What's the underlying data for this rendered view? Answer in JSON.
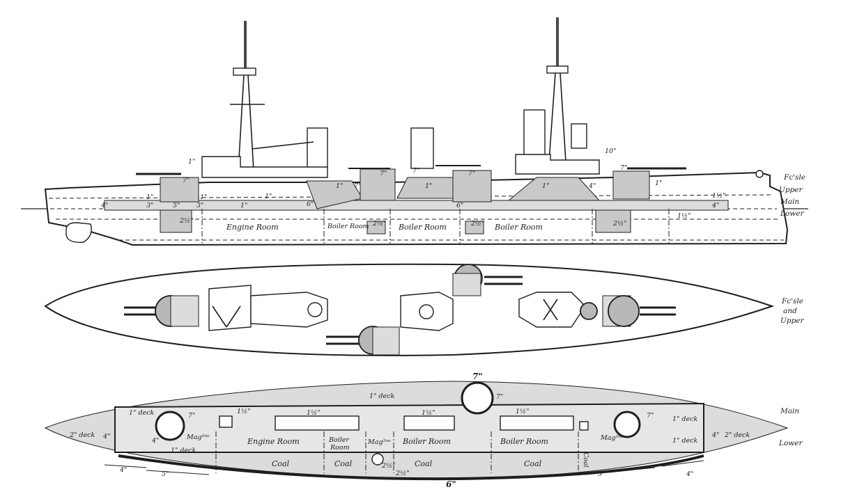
{
  "profile": {
    "deck_labels": [
      "Fc'sle",
      "Upper",
      "Main",
      "Lower"
    ],
    "compartments": [
      "Engine Room",
      "Boiler Room",
      "Boiler Room",
      "Boiler Room"
    ],
    "armor": {
      "t1": "1\"",
      "t2": "7\"",
      "t3": "1\"",
      "t4": "1\"",
      "t5": "4\"",
      "t6": "3\"",
      "t7": "5\"",
      "t8": "3\"",
      "t9": "1\"",
      "t10": "1\"",
      "t11": "6\"",
      "t12": "1\"",
      "t13": "7\"",
      "t14": "7\"",
      "t15": "1\"",
      "t16": "7\"",
      "t17": "6\"",
      "t18": "1\"",
      "t19": "4\"",
      "t20": "7\"",
      "t21": "1\"",
      "t22": "10\"",
      "t23": "1½\"",
      "t24": "4\"",
      "t25": "2½\"",
      "t26": "2½\"",
      "t27": "2½\"",
      "t28": "2½\"",
      "t29": "1½\"",
      "t30": "7\""
    }
  },
  "plan_upper": {
    "deck_label_line1": "Fc'sle",
    "deck_label_line2": "and",
    "deck_label_line3": "Upper"
  },
  "plan_lower": {
    "deck_label_main": "Main",
    "deck_label_lower": "Lower",
    "rooms": {
      "engine": "Engine Room",
      "boiler1a": "Boiler",
      "boiler1b": "Room",
      "boiler2": "Boiler Room",
      "boiler3": "Boiler Room",
      "coal1": "Coal",
      "coal2": "Coal",
      "coal3": "Coal",
      "coal4": "Coal",
      "coal5": "Coal"
    },
    "decks": {
      "d1": "1\" deck",
      "d2": "1\" deck",
      "d3": "1\" deck",
      "d4": "2\" deck",
      "d5": "1\" deck",
      "d6": "1\" deck",
      "d7": "2\" deck"
    },
    "mags": {
      "m1": "Mag²ⁿᵉ",
      "m2": "Mag²ⁿᵉ",
      "m3": "Mag²ⁿᵉ"
    },
    "armor": {
      "a1": "7\"",
      "a2": "7\"",
      "a3": "7\"",
      "a4": "7\"",
      "a5": "4\"",
      "a6": "4\"",
      "a7": "1½\"",
      "a8": "1½\"",
      "a9": "1½\"",
      "a10": "1½\"",
      "a11": "4\"",
      "a12": "5\"",
      "a13": "5\"",
      "a14": "4\"",
      "a15": "6\"",
      "a16": "2½\"",
      "a17": "2½\"",
      "a18": "4\""
    }
  }
}
